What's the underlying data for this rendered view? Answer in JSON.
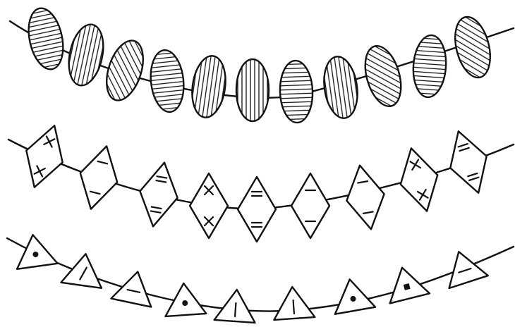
{
  "diagram": {
    "ink_color": "#111111",
    "background": "#ffffff",
    "rows": [
      {
        "kind": "ellipse-beads",
        "beads": [
          {
            "hatch": "horizontal"
          },
          {
            "hatch": "vertical"
          },
          {
            "hatch": "diagonal"
          },
          {
            "hatch": "horizontal"
          },
          {
            "hatch": "vertical"
          },
          {
            "hatch": "vertical"
          },
          {
            "hatch": "horizontal"
          },
          {
            "hatch": "vertical"
          },
          {
            "hatch": "diagonal"
          },
          {
            "hatch": "horizontal"
          },
          {
            "hatch": "diagonal"
          }
        ]
      },
      {
        "kind": "diamond-beads",
        "beads": [
          {
            "mark": "x"
          },
          {
            "mark": "dash"
          },
          {
            "mark": "equals"
          },
          {
            "mark": "x"
          },
          {
            "mark": "equals"
          },
          {
            "mark": "dash"
          },
          {
            "mark": "dash"
          },
          {
            "mark": "x"
          },
          {
            "mark": "equals"
          }
        ]
      },
      {
        "kind": "triangle-beads",
        "beads": [
          {
            "mark": "dot"
          },
          {
            "mark": "slash"
          },
          {
            "mark": "dash"
          },
          {
            "mark": "dot"
          },
          {
            "mark": "vertical"
          },
          {
            "mark": "vertical"
          },
          {
            "mark": "dot"
          },
          {
            "mark": "dot-square"
          },
          {
            "mark": "dash"
          }
        ]
      }
    ]
  }
}
